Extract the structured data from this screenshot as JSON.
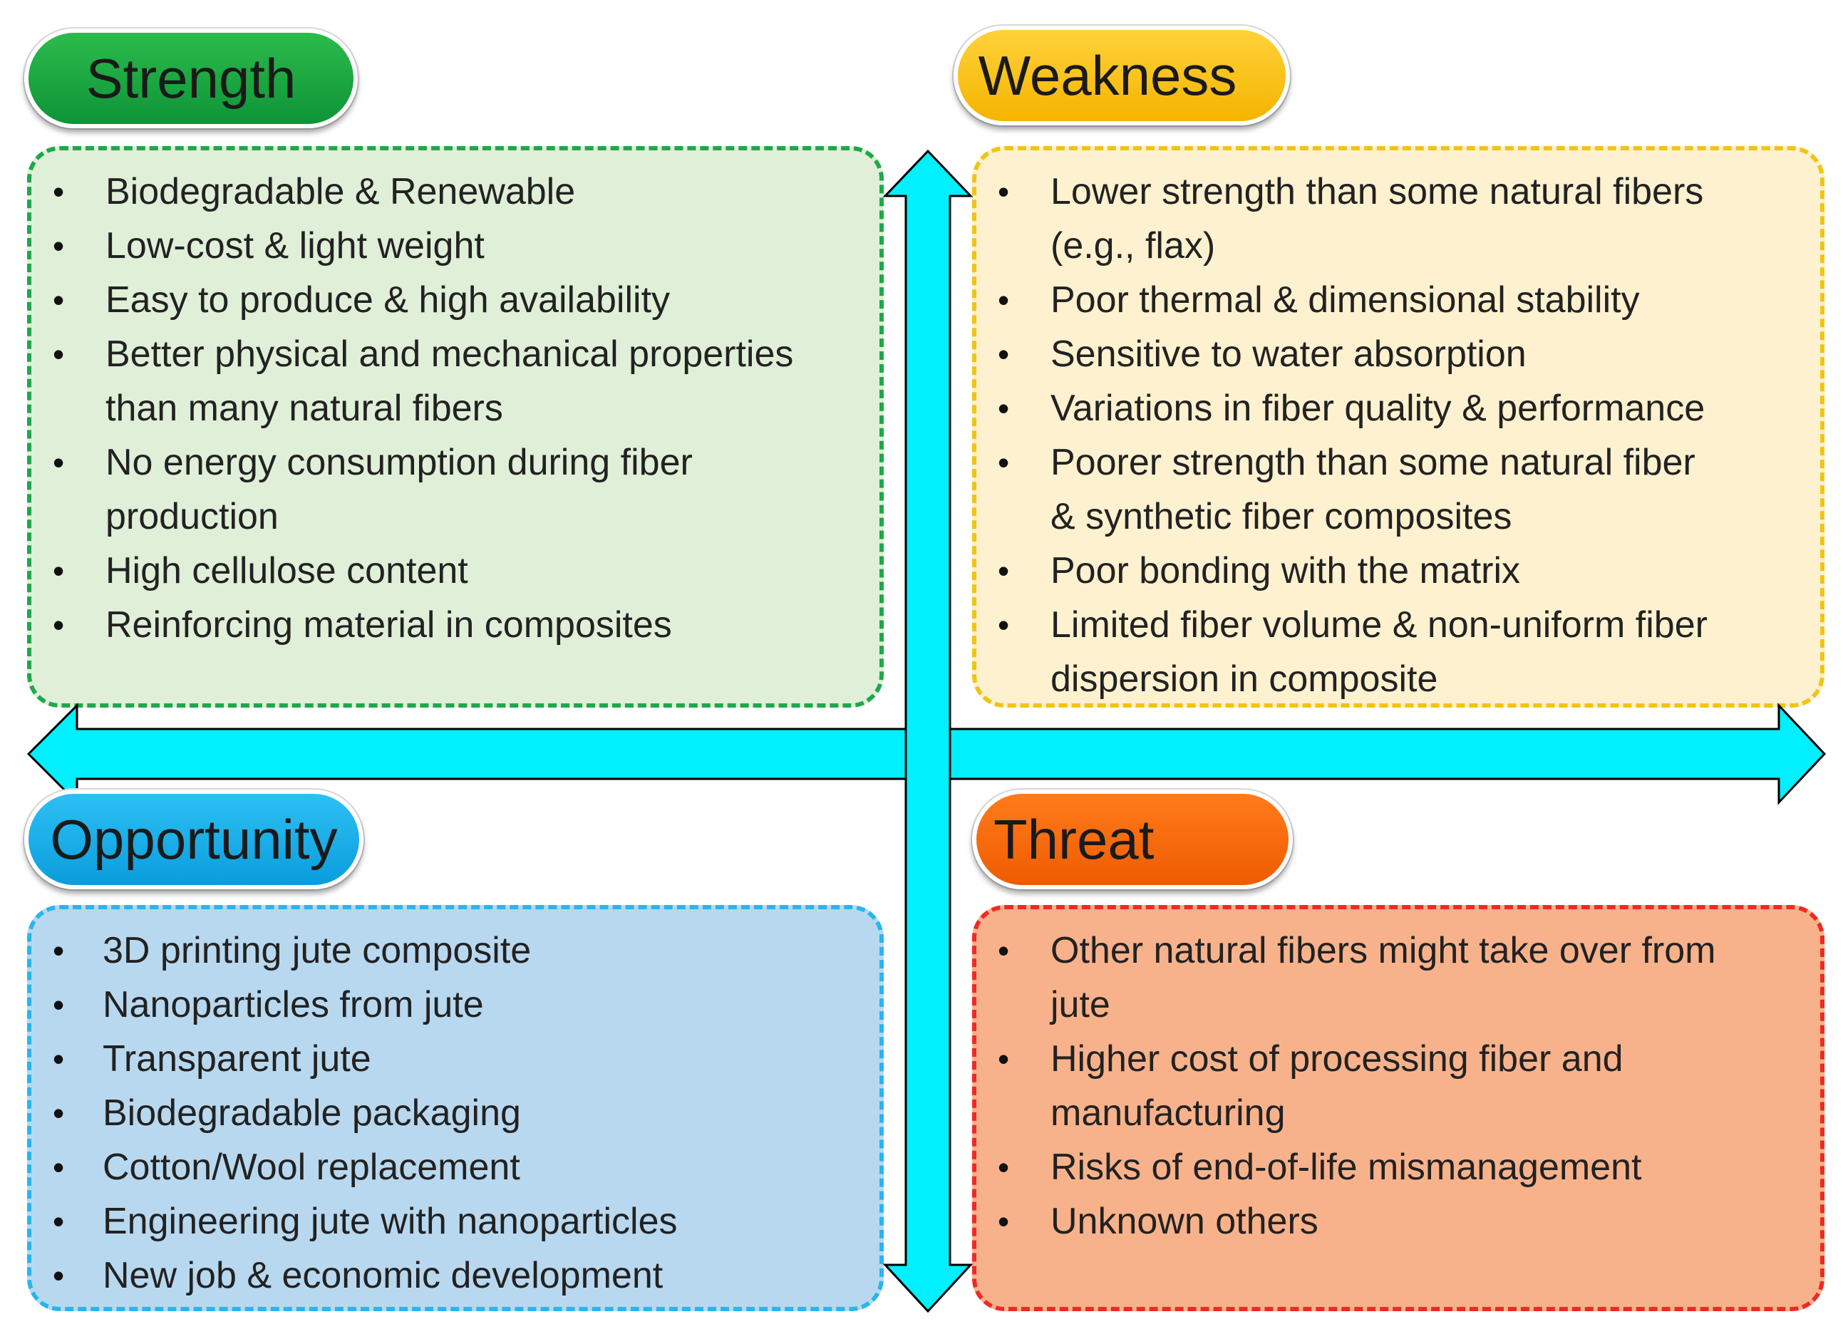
{
  "colors": {
    "arrow_fill": "#00f0ff",
    "arrow_stroke": "#000000",
    "strength": "#1fa84b",
    "weakness": "#f2c411",
    "opportunity": "#29b5ee",
    "threat": "#ee2a24"
  },
  "strength": {
    "title": "Strength",
    "items": [
      "Biodegradable & Renewable",
      "Low-cost & light weight",
      "Easy to produce & high availability",
      "Better physical and mechanical properties",
      "than many natural fibers",
      "No energy consumption during fiber",
      "production",
      "High cellulose content",
      "Reinforcing material in composites"
    ]
  },
  "weakness": {
    "title": "Weakness",
    "items": [
      "Lower strength than some natural fibers",
      "(e.g., flax)",
      "Poor thermal & dimensional stability",
      "Sensitive to water absorption",
      "Variations in fiber quality & performance",
      "Poorer strength than some natural fiber",
      "& synthetic fiber composites",
      "Poor bonding with the matrix",
      "Limited fiber volume & non-uniform fiber",
      "dispersion in composite"
    ]
  },
  "opportunity": {
    "title": "Opportunity",
    "items": [
      "3D printing jute composite",
      "Nanoparticles from jute",
      "Transparent jute",
      "Biodegradable packaging",
      "Cotton/Wool replacement",
      "Engineering jute with nanoparticles",
      "New job & economic development"
    ]
  },
  "threat": {
    "title": "Threat",
    "items": [
      "Other natural fibers might take over from",
      "jute",
      "Higher cost of processing fiber and",
      "manufacturing",
      "Risks of end-of-life mismanagement",
      "Unknown others"
    ]
  }
}
